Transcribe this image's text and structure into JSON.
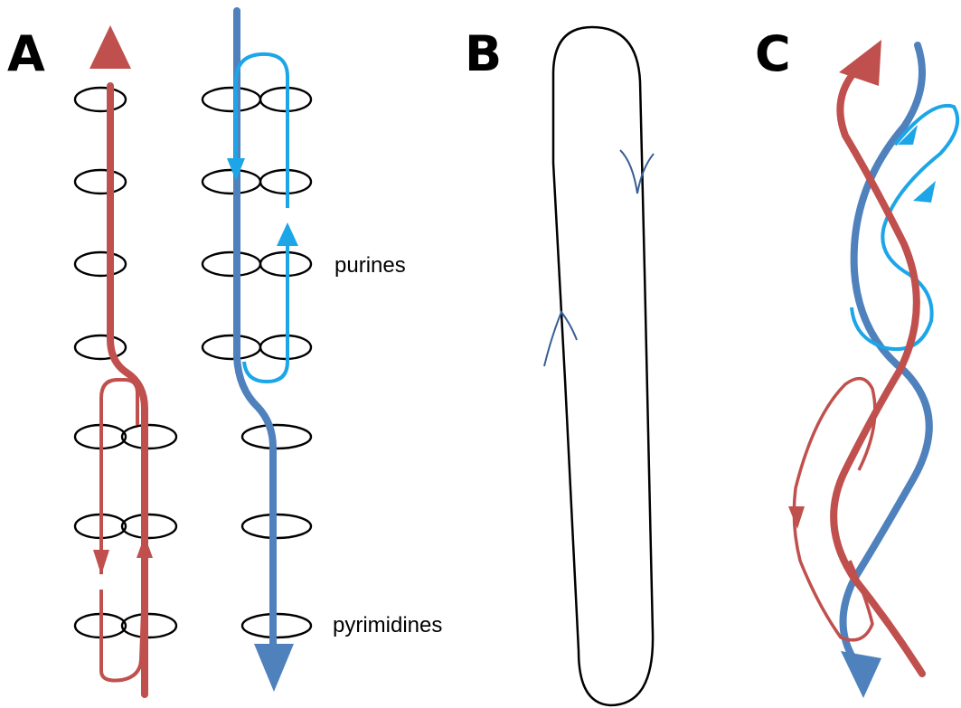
{
  "panels": {
    "a": {
      "letter": "A"
    },
    "b": {
      "letter": "B"
    },
    "c": {
      "letter": "C"
    }
  },
  "labels": {
    "purines": "purines",
    "pyrimidines": "pyrimidines"
  },
  "colors": {
    "red_strand": "#c0504d",
    "blue_strand": "#4f81bd",
    "light_blue_strand": "#1ca6e8",
    "thin_blue": "#3a5f95",
    "outline": "#000000"
  }
}
